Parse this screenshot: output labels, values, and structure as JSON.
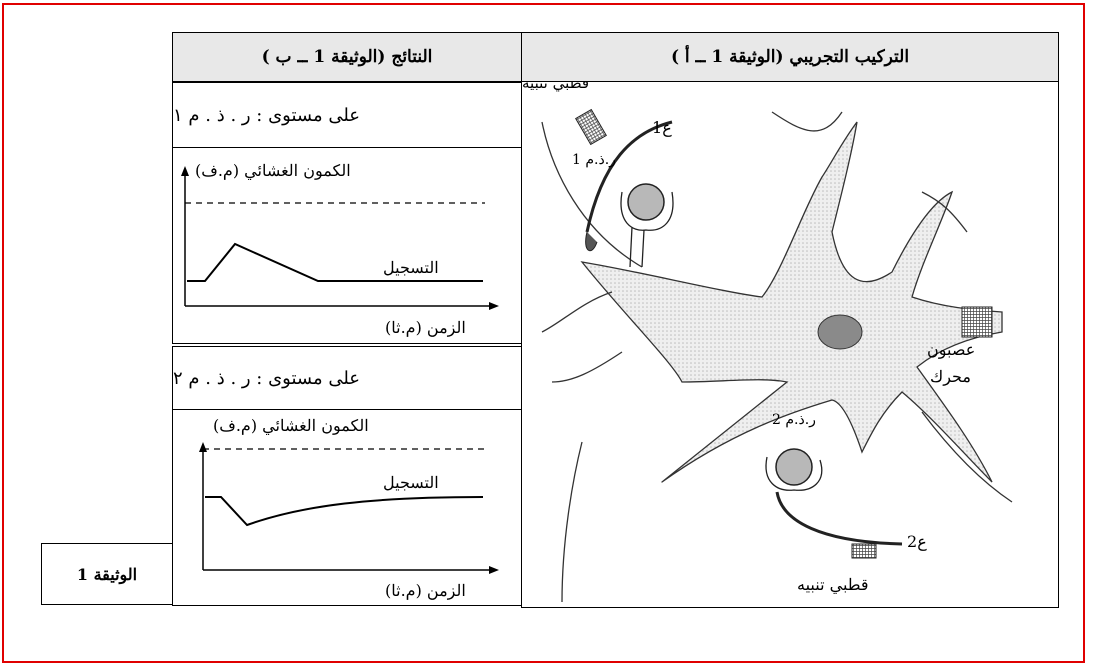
{
  "document_label": "الوثيقة 1",
  "header": {
    "results_title": "النتائج (الوثيقة 1 ــ ب )",
    "setup_title": "التركيب التجريبي (الوثيقة 1 ــ أ )"
  },
  "results": {
    "level1": {
      "label": "على مستوى :  ر . ذ . م ١",
      "graph": {
        "ylabel": "الكمون الغشائي (م.ف)",
        "xlabel": "الزمن (م.ثا)",
        "curve_label": "التسجيل"
      }
    },
    "level2": {
      "label": "على مستوى :  ر . ذ . م ٢",
      "graph": {
        "ylabel": "الكمون الغشائي (م.ف)",
        "xlabel": "الزمن (م.ثا)",
        "curve_label": "التسجيل"
      }
    }
  },
  "diagram": {
    "stim_electrode_top": "قطبي تنبيه",
    "stim_electrode_bottom": "قطبي تنبيه",
    "neuron1": "ع1",
    "neuron2": "ع2",
    "synapse1": "ر.ذ.م 1",
    "synapse2": "ر.ذ.م 2",
    "motor_neuron_line1": "عصبون",
    "motor_neuron_line2": "محرك"
  },
  "colors": {
    "frame": "#e00000",
    "header_bg": "#e8e8e8",
    "soma_fill": "#dcdcdc",
    "nucleus": "#8a8a8a"
  }
}
